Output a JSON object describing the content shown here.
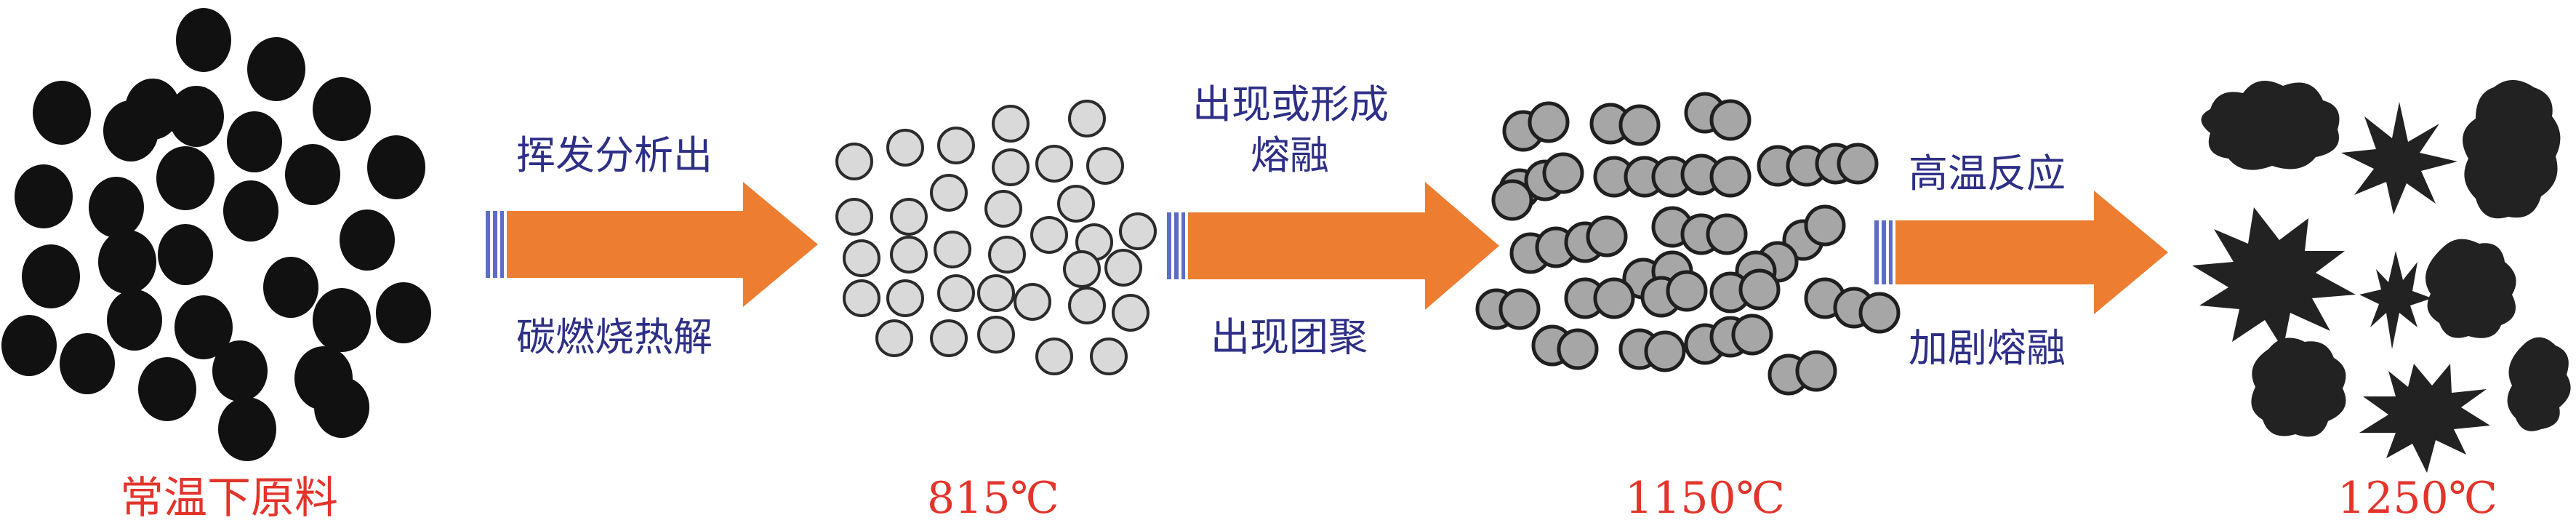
{
  "stages": [
    {
      "label": "常温下原料"
    },
    {
      "label": "815℃"
    },
    {
      "label": "1150℃"
    },
    {
      "label": "1250℃"
    }
  ],
  "transitions": [
    {
      "top": "挥发分析出",
      "bottom": "碳燃烧热解"
    },
    {
      "top_line1": "出现或形成",
      "top_line2": "熔融",
      "bottom": "出现团聚"
    },
    {
      "top": "高温反应",
      "bottom": "加剧熔融"
    }
  ],
  "colors": {
    "raw_particle": "#111111",
    "particle_815": "#d9d9d9",
    "particle_1150": "#a6a6a6",
    "particle_1250": "#222222",
    "arrow": "#ed7d31",
    "label_red": "#e3342b",
    "label_blue": "#2e2f86"
  }
}
